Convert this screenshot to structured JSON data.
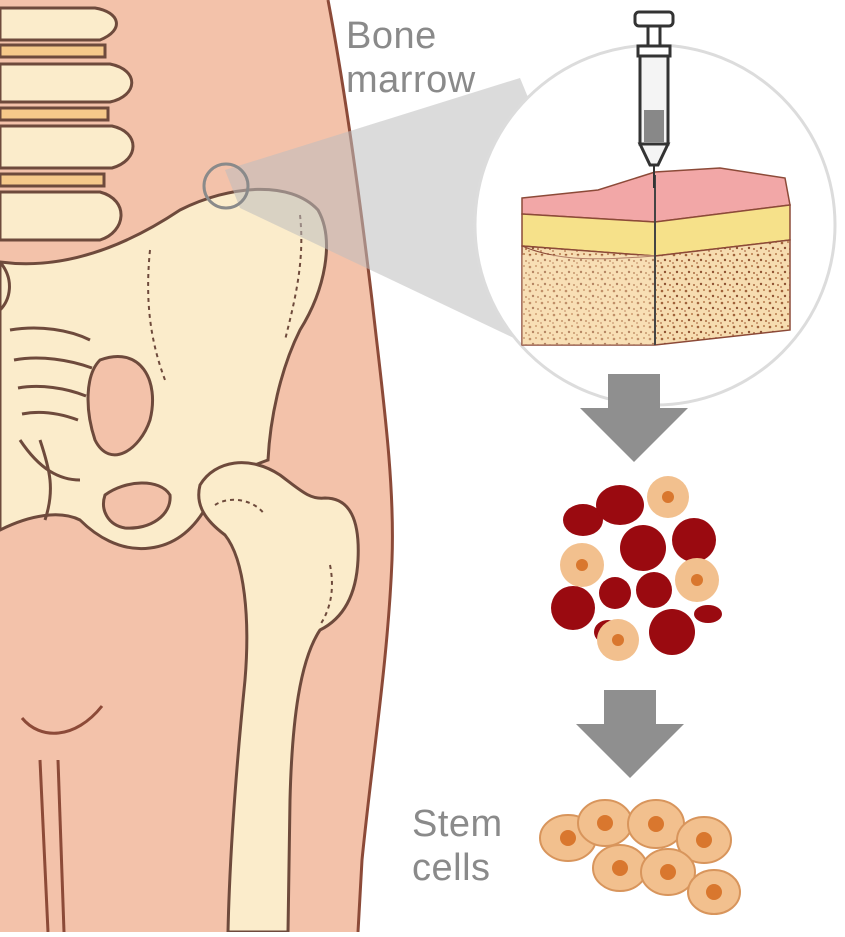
{
  "labels": {
    "bone_marrow": {
      "line1": "Bone",
      "line2": "marrow"
    },
    "stem_cells": {
      "line1": "Stem",
      "line2": "cells"
    }
  },
  "colors": {
    "skin": "#f3c2aa",
    "skin_outline": "#8c4a38",
    "bone": "#fbeccb",
    "bone_outline": "#6e4a3c",
    "arrow": "#8f8f8f",
    "red_cell": "#9a0a10",
    "stem_cell": "#f2c08e",
    "stem_nucleus": "#d9772e",
    "callout": "#bdbdbd"
  }
}
